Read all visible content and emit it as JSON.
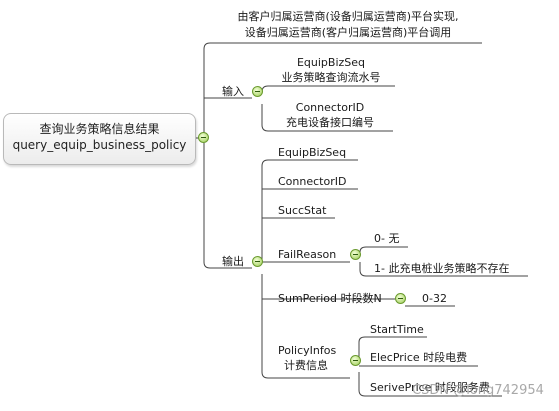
{
  "root": {
    "line1": "查询业务策略信息结果",
    "line2": "query_equip_business_policy"
  },
  "note": {
    "line1": "由客户归属运营商(设备归属运营商)平台实现,",
    "line2": "设备归属运营商(客户归属运营商)平台调用"
  },
  "input": {
    "label": "输入",
    "fields": [
      {
        "name": "EquipBizSeq",
        "desc": "业务策略查询流水号"
      },
      {
        "name": "ConnectorID",
        "desc": "充电设备接口编号"
      }
    ]
  },
  "output": {
    "label": "输出",
    "fields": {
      "equip_biz_seq": "EquipBizSeq",
      "connector_id": "ConnectorID",
      "succ_stat": "SuccStat",
      "fail_reason": {
        "name": "FailReason",
        "values": [
          "0- 无",
          "1- 此充电桩业务策略不存在"
        ]
      },
      "sum_period": {
        "name": "SumPeriod 时段数N",
        "range": "0-32"
      },
      "policy_infos": {
        "name": "PolicyInfos",
        "desc": "计费信息",
        "children": [
          "StartTime",
          "ElecPrice 时段电费",
          "SerivePrice 时段服务费"
        ]
      }
    }
  },
  "watermark": "CSDN @long742954",
  "colors": {
    "line": "#444444",
    "toggle": "#9ccc54",
    "root_border": "#b9b9b9"
  }
}
